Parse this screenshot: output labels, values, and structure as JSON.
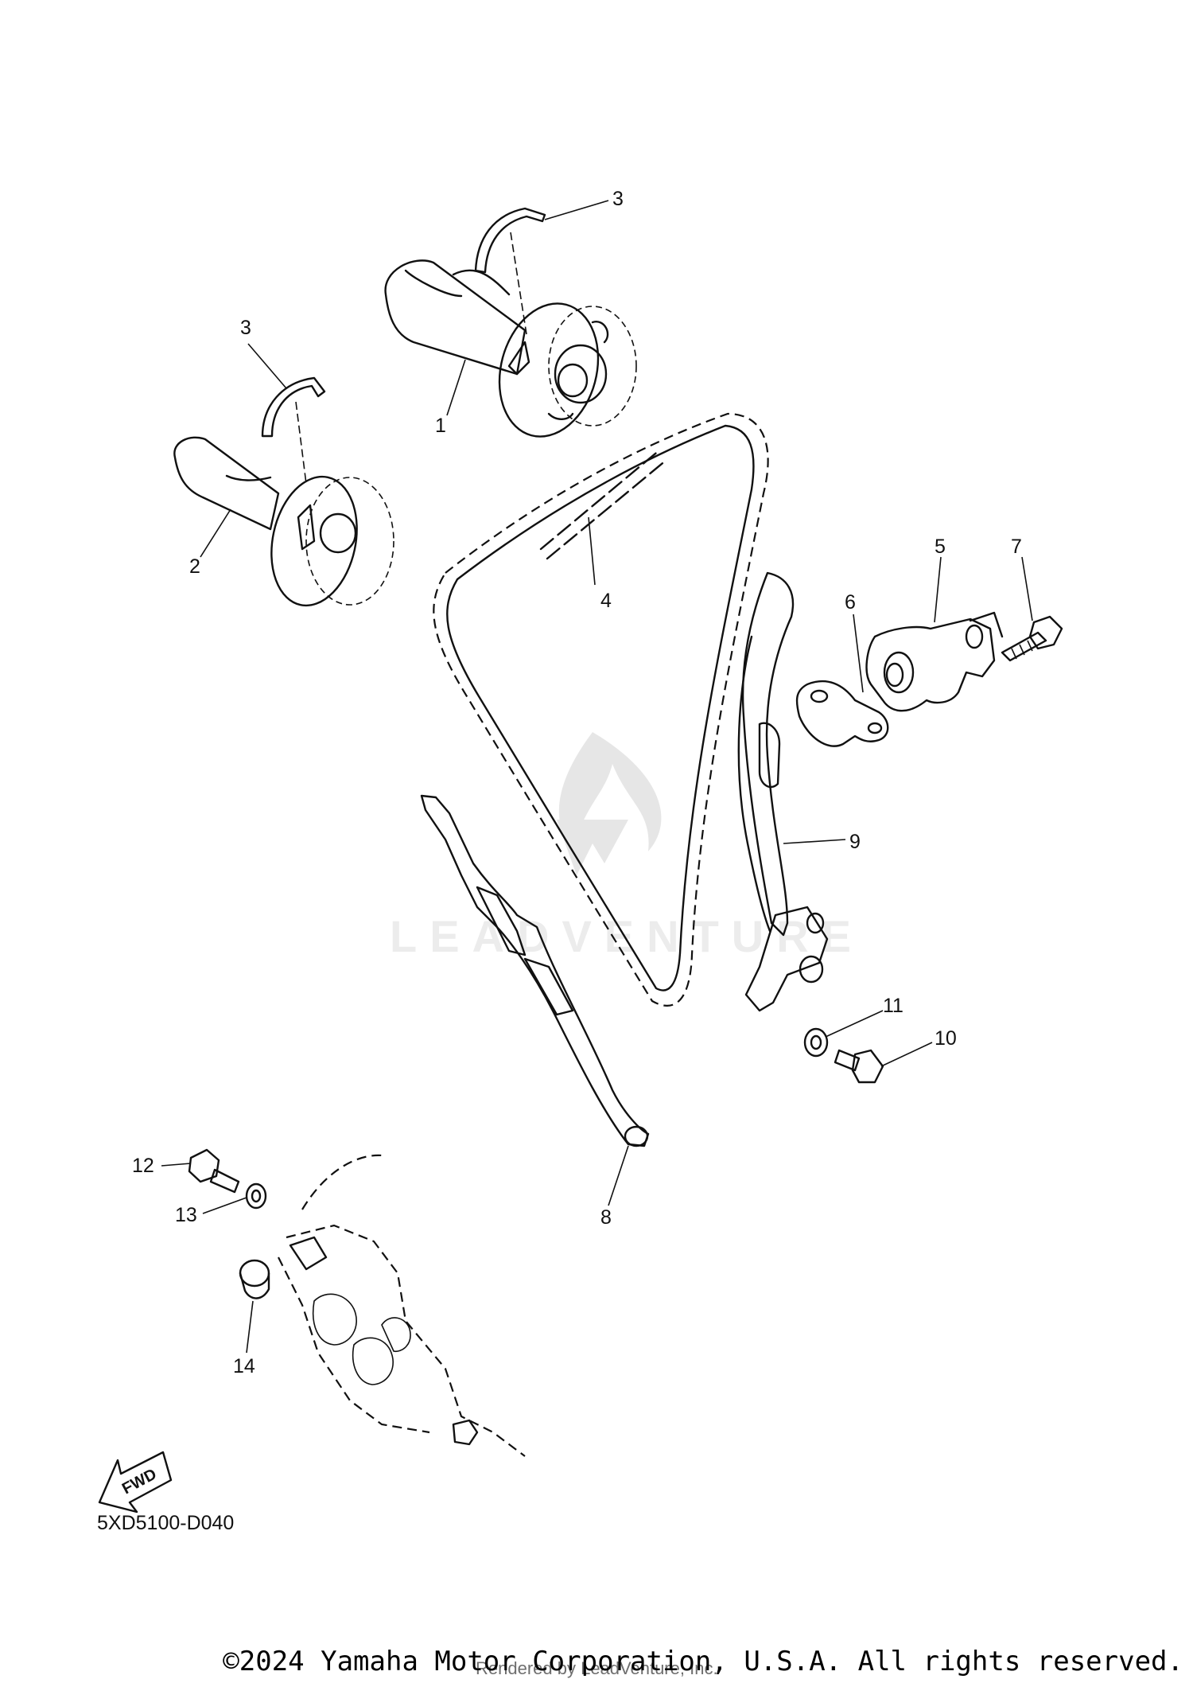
{
  "diagram": {
    "code": "5XD5100-D040",
    "fwd_label": "FWD",
    "callouts": {
      "c1": "1",
      "c2": "2",
      "c3a": "3",
      "c3b": "3",
      "c4": "4",
      "c5": "5",
      "c6": "6",
      "c7": "7",
      "c8": "8",
      "c9": "9",
      "c10": "10",
      "c11": "11",
      "c12": "12",
      "c13": "13",
      "c14": "14"
    }
  },
  "watermark": {
    "brand": "LEADVENTURE"
  },
  "footer": {
    "copyright": "©2024 Yamaha Motor Corporation, U.S.A. All rights reserved.",
    "rendered_by": "Rendered by LeadVenture, Inc."
  }
}
